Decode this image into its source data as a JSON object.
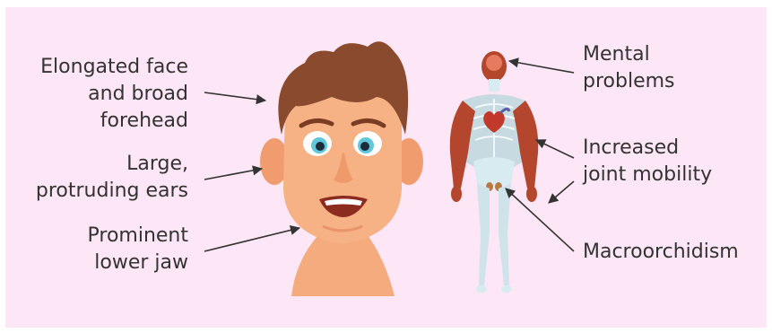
{
  "colors": {
    "background": "#fde6f6",
    "text": "#333333",
    "skin": "#f6b184",
    "hair": "#8a4a2e",
    "muscle": "#b3462c",
    "bone": "#d7ebf0",
    "arrow": "#333333"
  },
  "labels": {
    "elongated_face": "Elongated face and broad forehead",
    "elongated_face_lines": [
      "Elongated face",
      "and broad",
      "forehead"
    ],
    "ears_lines": [
      "Large,",
      "protruding ears"
    ],
    "jaw_lines": [
      "Prominent",
      "lower jaw"
    ],
    "mental_lines": [
      "Mental",
      "problems"
    ],
    "joint_lines": [
      "Increased",
      "joint mobility"
    ],
    "macro": "Macroorchidism"
  },
  "illustrations": {
    "face": "cartoon-male-face",
    "body": "anatomy-figure"
  }
}
